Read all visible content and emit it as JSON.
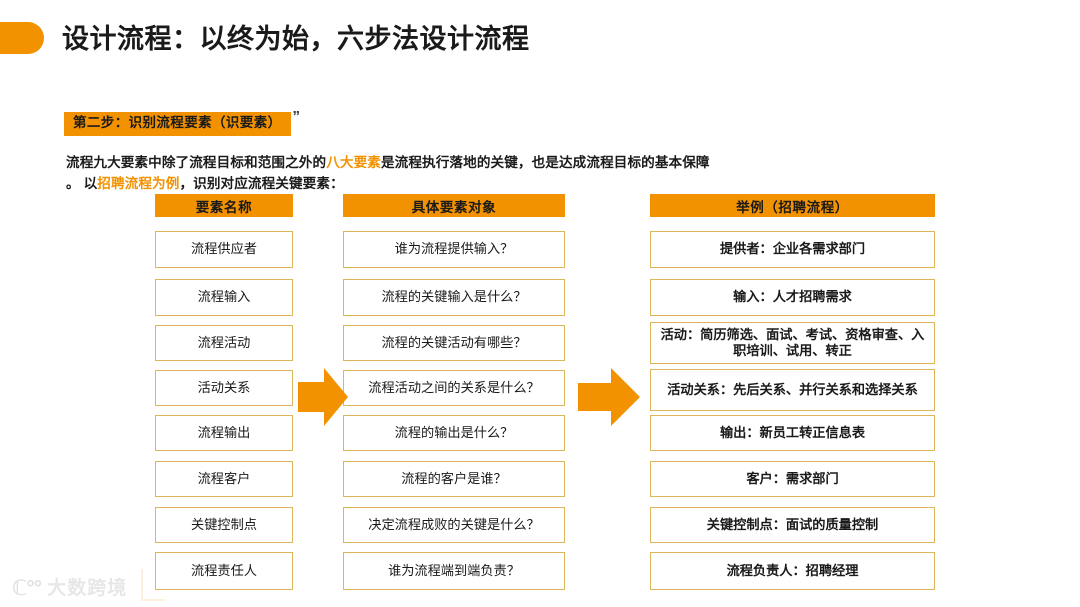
{
  "slide": {
    "title": "设计流程：以终为始，六步法设计流程",
    "accent_color": "#F39200",
    "cell_border_color": "#DDB55B",
    "step_badge": {
      "label": "第二步：识别流程要素（识要素）",
      "trailing_glyph": "”"
    },
    "body": {
      "line1_a": "流程九大要素中除了流程目标和范围之外的",
      "line1_hl": "八大要素",
      "line1_b": "是流程执行落地的关键，也是达成流程目标的基本保障",
      "line2_a": "。  以",
      "line2_hl": "招聘流程为例",
      "line2_b": "，识别对应流程关键要素："
    }
  },
  "table": {
    "columns": [
      {
        "header": "要素名称",
        "bold_cells": false,
        "cells": [
          "流程供应者",
          "流程输入",
          "流程活动",
          "活动关系",
          "流程输出",
          "流程客户",
          "关键控制点",
          "流程责任人"
        ]
      },
      {
        "header": "具体要素对象",
        "bold_cells": false,
        "cells": [
          "谁为流程提供输入？",
          "流程的关键输入是什么？",
          "流程的关键活动有哪些？",
          "流程活动之间的关系是什么？",
          "流程的输出是什么？",
          "流程的客户是谁？",
          "决定流程成败的关键是什么？",
          "谁为流程端到端负责？"
        ]
      },
      {
        "header": "举例（招聘流程）",
        "bold_cells": true,
        "cells": [
          "提供者：企业各需求部门",
          "输入：人才招聘需求",
          "活动：简历筛选、面试、考试、资格审查、入职培训、试用、转正",
          "活动关系：先后关系、并行关系和选择关系",
          "输出：新员工转正信息表",
          "客户：需求部门",
          "关键控制点：面试的质量控制",
          "流程负责人：招聘经理"
        ]
      }
    ],
    "arrows": [
      {
        "name": "arrow-col1-to-col2"
      },
      {
        "name": "arrow-col2-to-col3"
      }
    ]
  },
  "watermark": {
    "mark": "ℂ°°",
    "text": "大数跨境"
  }
}
